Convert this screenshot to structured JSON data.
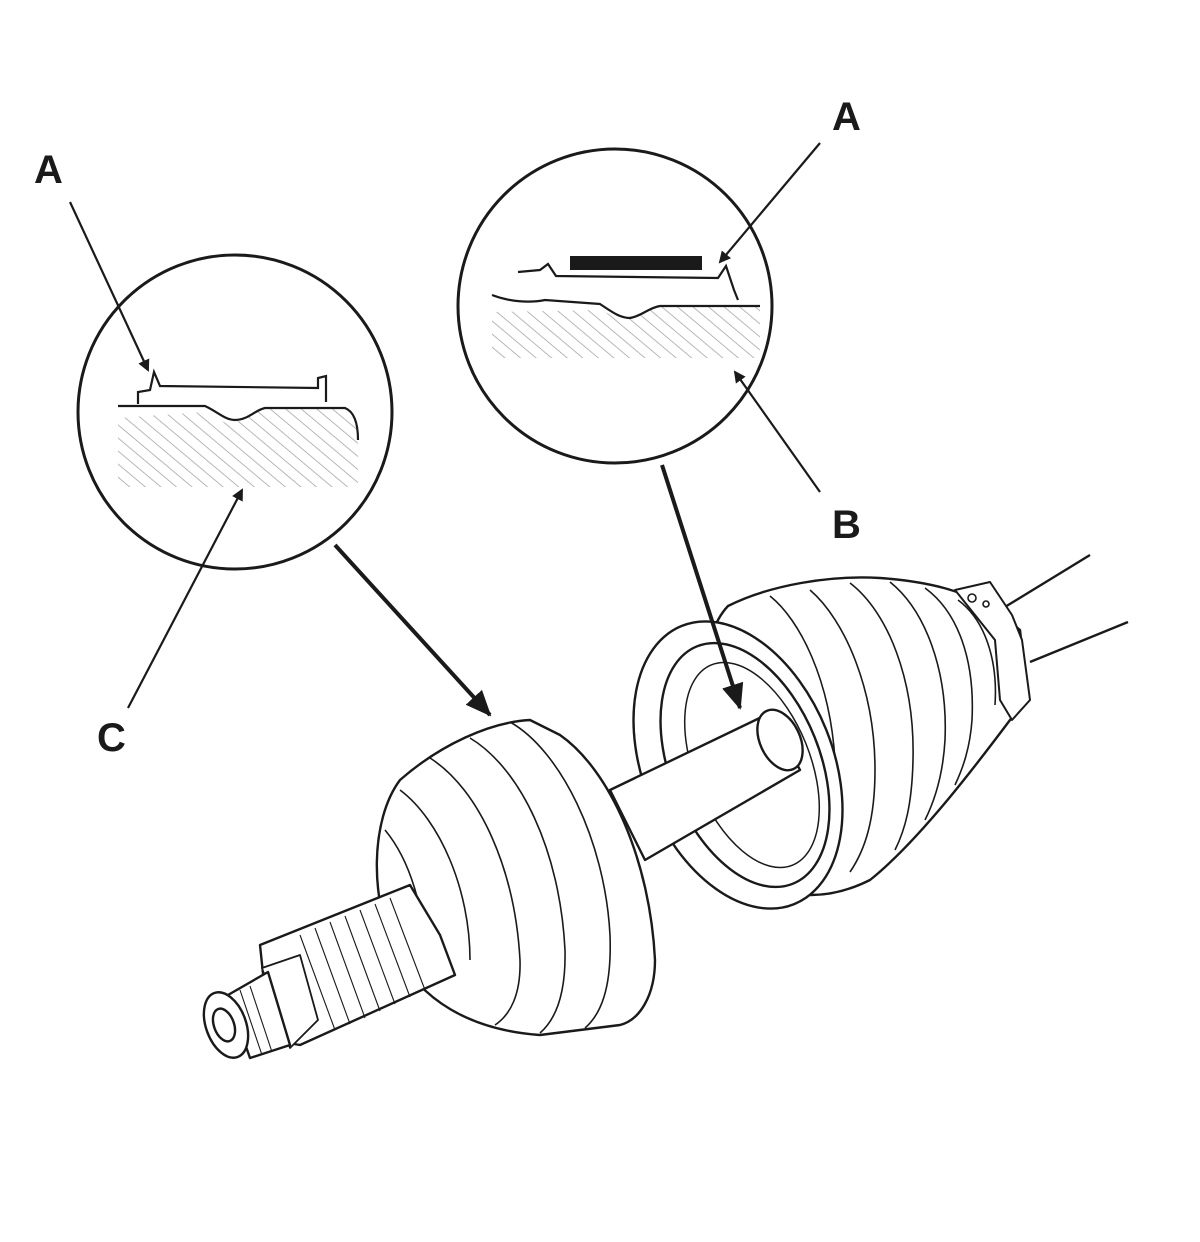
{
  "callouts": {
    "a_left": "A",
    "a_right": "A",
    "b": "B",
    "c": "C"
  },
  "colors": {
    "line": "#1a1a1a",
    "hatch": "#9a9a9a",
    "background": "#ffffff"
  }
}
